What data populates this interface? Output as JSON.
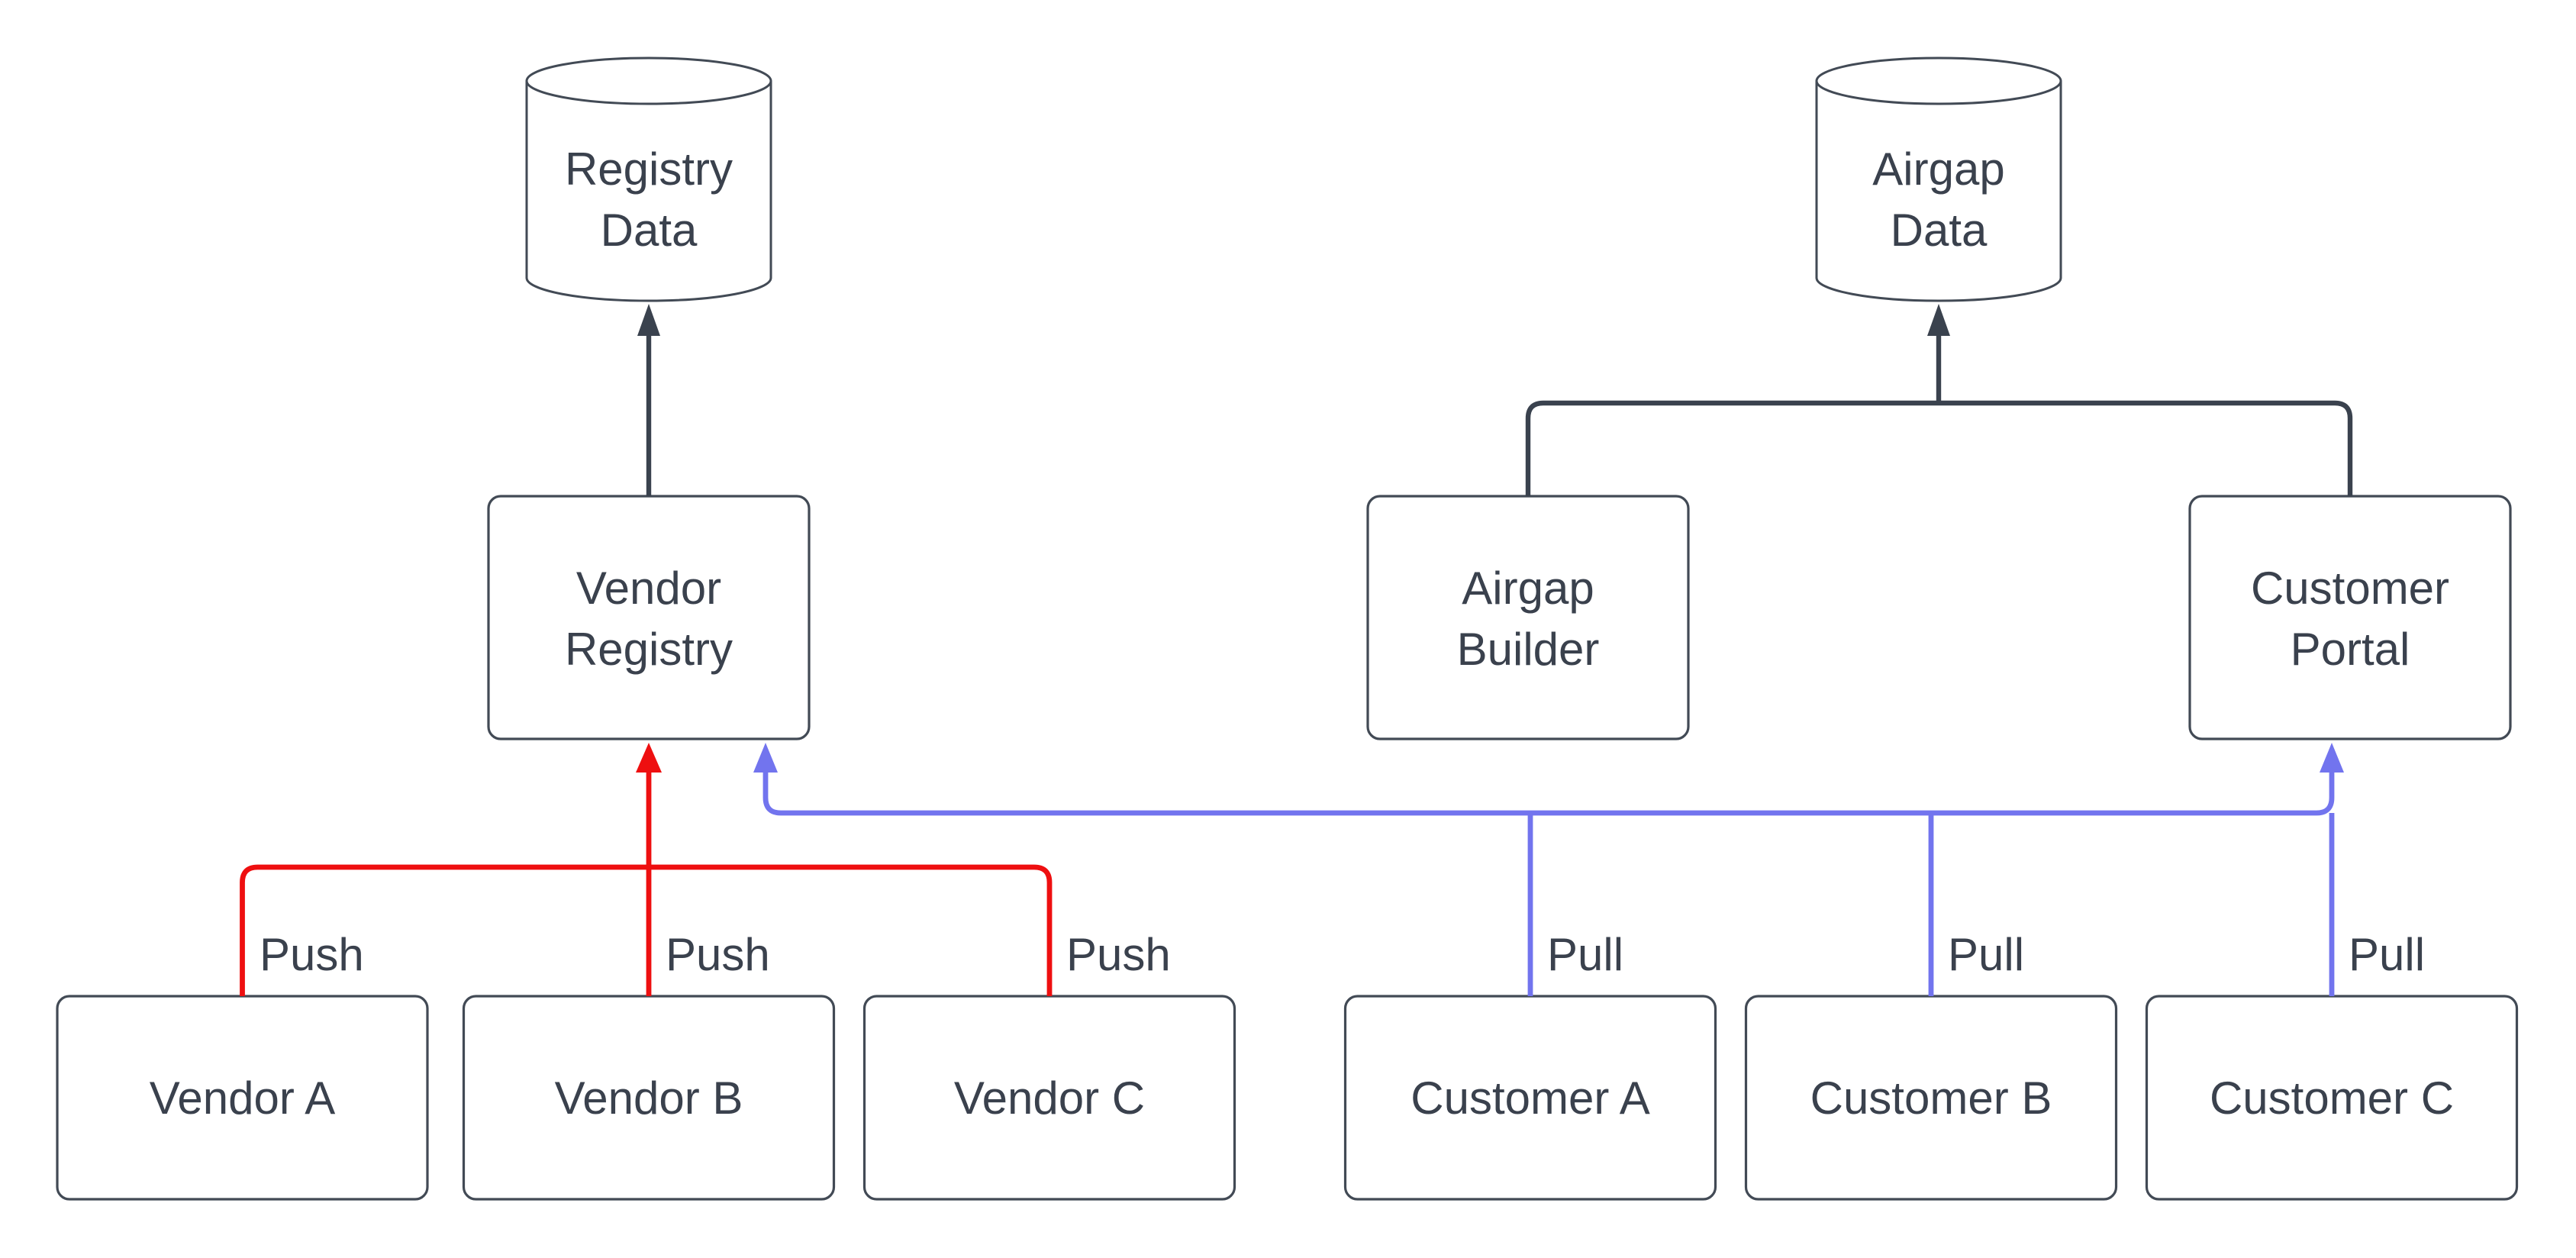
{
  "diagram": {
    "colors": {
      "background": "#ffffff",
      "node_fill": "#ffffff",
      "node_stroke": "#424a55",
      "ink": "#3a414d",
      "flow_edge": "#3a424e",
      "push_edge": "#ee0f10",
      "pull_edge": "#7274ee"
    },
    "datastores": {
      "registry": {
        "line1": "Registry",
        "line2": "Data"
      },
      "airgap": {
        "line1": "Airgap",
        "line2": "Data"
      }
    },
    "services": {
      "vendor_registry": {
        "line1": "Vendor",
        "line2": "Registry"
      },
      "airgap_builder": {
        "line1": "Airgap",
        "line2": "Builder"
      },
      "customer_portal": {
        "line1": "Customer",
        "line2": "Portal"
      }
    },
    "clients": {
      "vendor_a": {
        "label": "Vendor A"
      },
      "vendor_b": {
        "label": "Vendor B"
      },
      "vendor_c": {
        "label": "Vendor C"
      },
      "customer_a": {
        "label": "Customer A"
      },
      "customer_b": {
        "label": "Customer B"
      },
      "customer_c": {
        "label": "Customer C"
      }
    },
    "edge_labels": {
      "push": "Push",
      "pull": "Pull"
    }
  }
}
